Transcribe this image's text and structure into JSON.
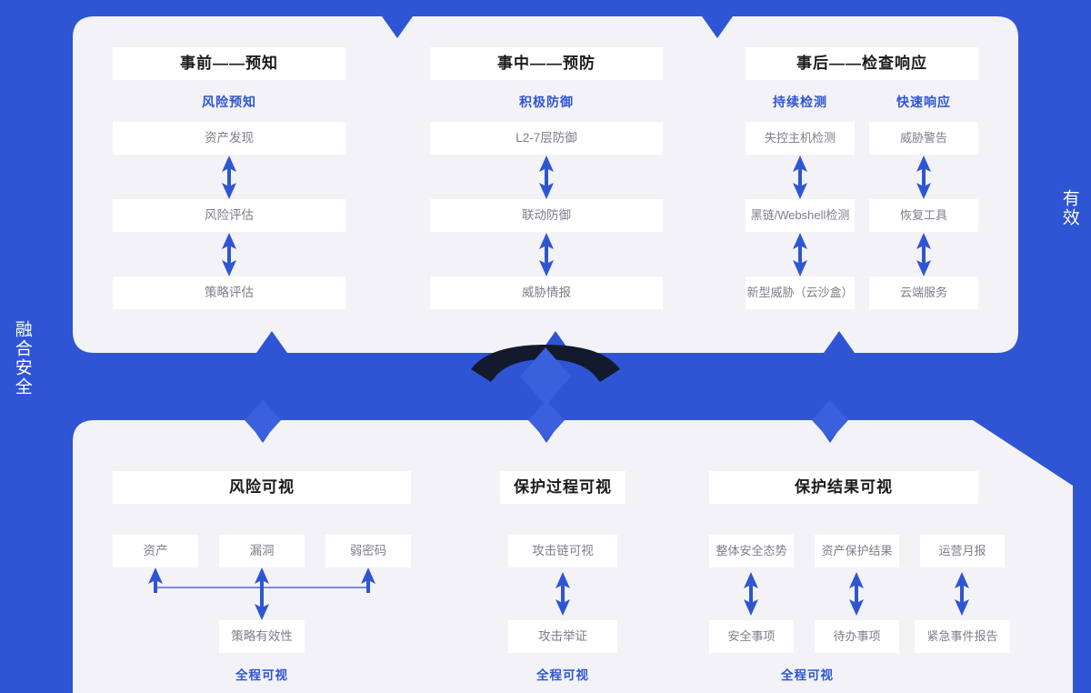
{
  "colors": {
    "brand_blue": "#2f55d4",
    "panel_bg": "#f3f3f7",
    "card_white": "#ffffff",
    "dark_navy": "#131a2e",
    "body_text": "#7c7f8a",
    "heading_text": "#1b1b1f"
  },
  "side_labels": {
    "left": "融合安全",
    "right": "有效"
  },
  "top_panel": {
    "columns": [
      {
        "title": "事前——预知",
        "groups": [
          {
            "subtitle": "风险预知",
            "items": [
              "资产发现",
              "风险评估",
              "策略评估"
            ]
          }
        ]
      },
      {
        "title": "事中——预防",
        "groups": [
          {
            "subtitle": "积极防御",
            "items": [
              "L2-7层防御",
              "联动防御",
              "威胁情报"
            ]
          }
        ]
      },
      {
        "title": "事后——检查响应",
        "groups": [
          {
            "subtitle": "持续检测",
            "items": [
              "失控主机检测",
              "黑链/Webshell检测",
              "新型威胁（云沙盒）"
            ]
          },
          {
            "subtitle": "快速响应",
            "items": [
              "威胁警告",
              "恢复工具",
              "云端服务"
            ]
          }
        ]
      }
    ]
  },
  "bottom_panel": {
    "columns": [
      {
        "title": "风险可视",
        "top_row": [
          "资产",
          "漏洞",
          "弱密码"
        ],
        "bottom_row": [
          "策略有效性"
        ],
        "footer": "全程可视",
        "layout": "fan"
      },
      {
        "title": "保护过程可视",
        "top_row": [
          "攻击链可视"
        ],
        "bottom_row": [
          "攻击举证"
        ],
        "footer": "全程可视",
        "layout": "pairs"
      },
      {
        "title": "保护结果可视",
        "top_row": [
          "整体安全态势",
          "资产保护结果",
          "运营月报"
        ],
        "bottom_row": [
          "安全事项",
          "待办事项",
          "紧急事件报告"
        ],
        "footer": "全程可视",
        "layout": "pairs"
      }
    ]
  }
}
